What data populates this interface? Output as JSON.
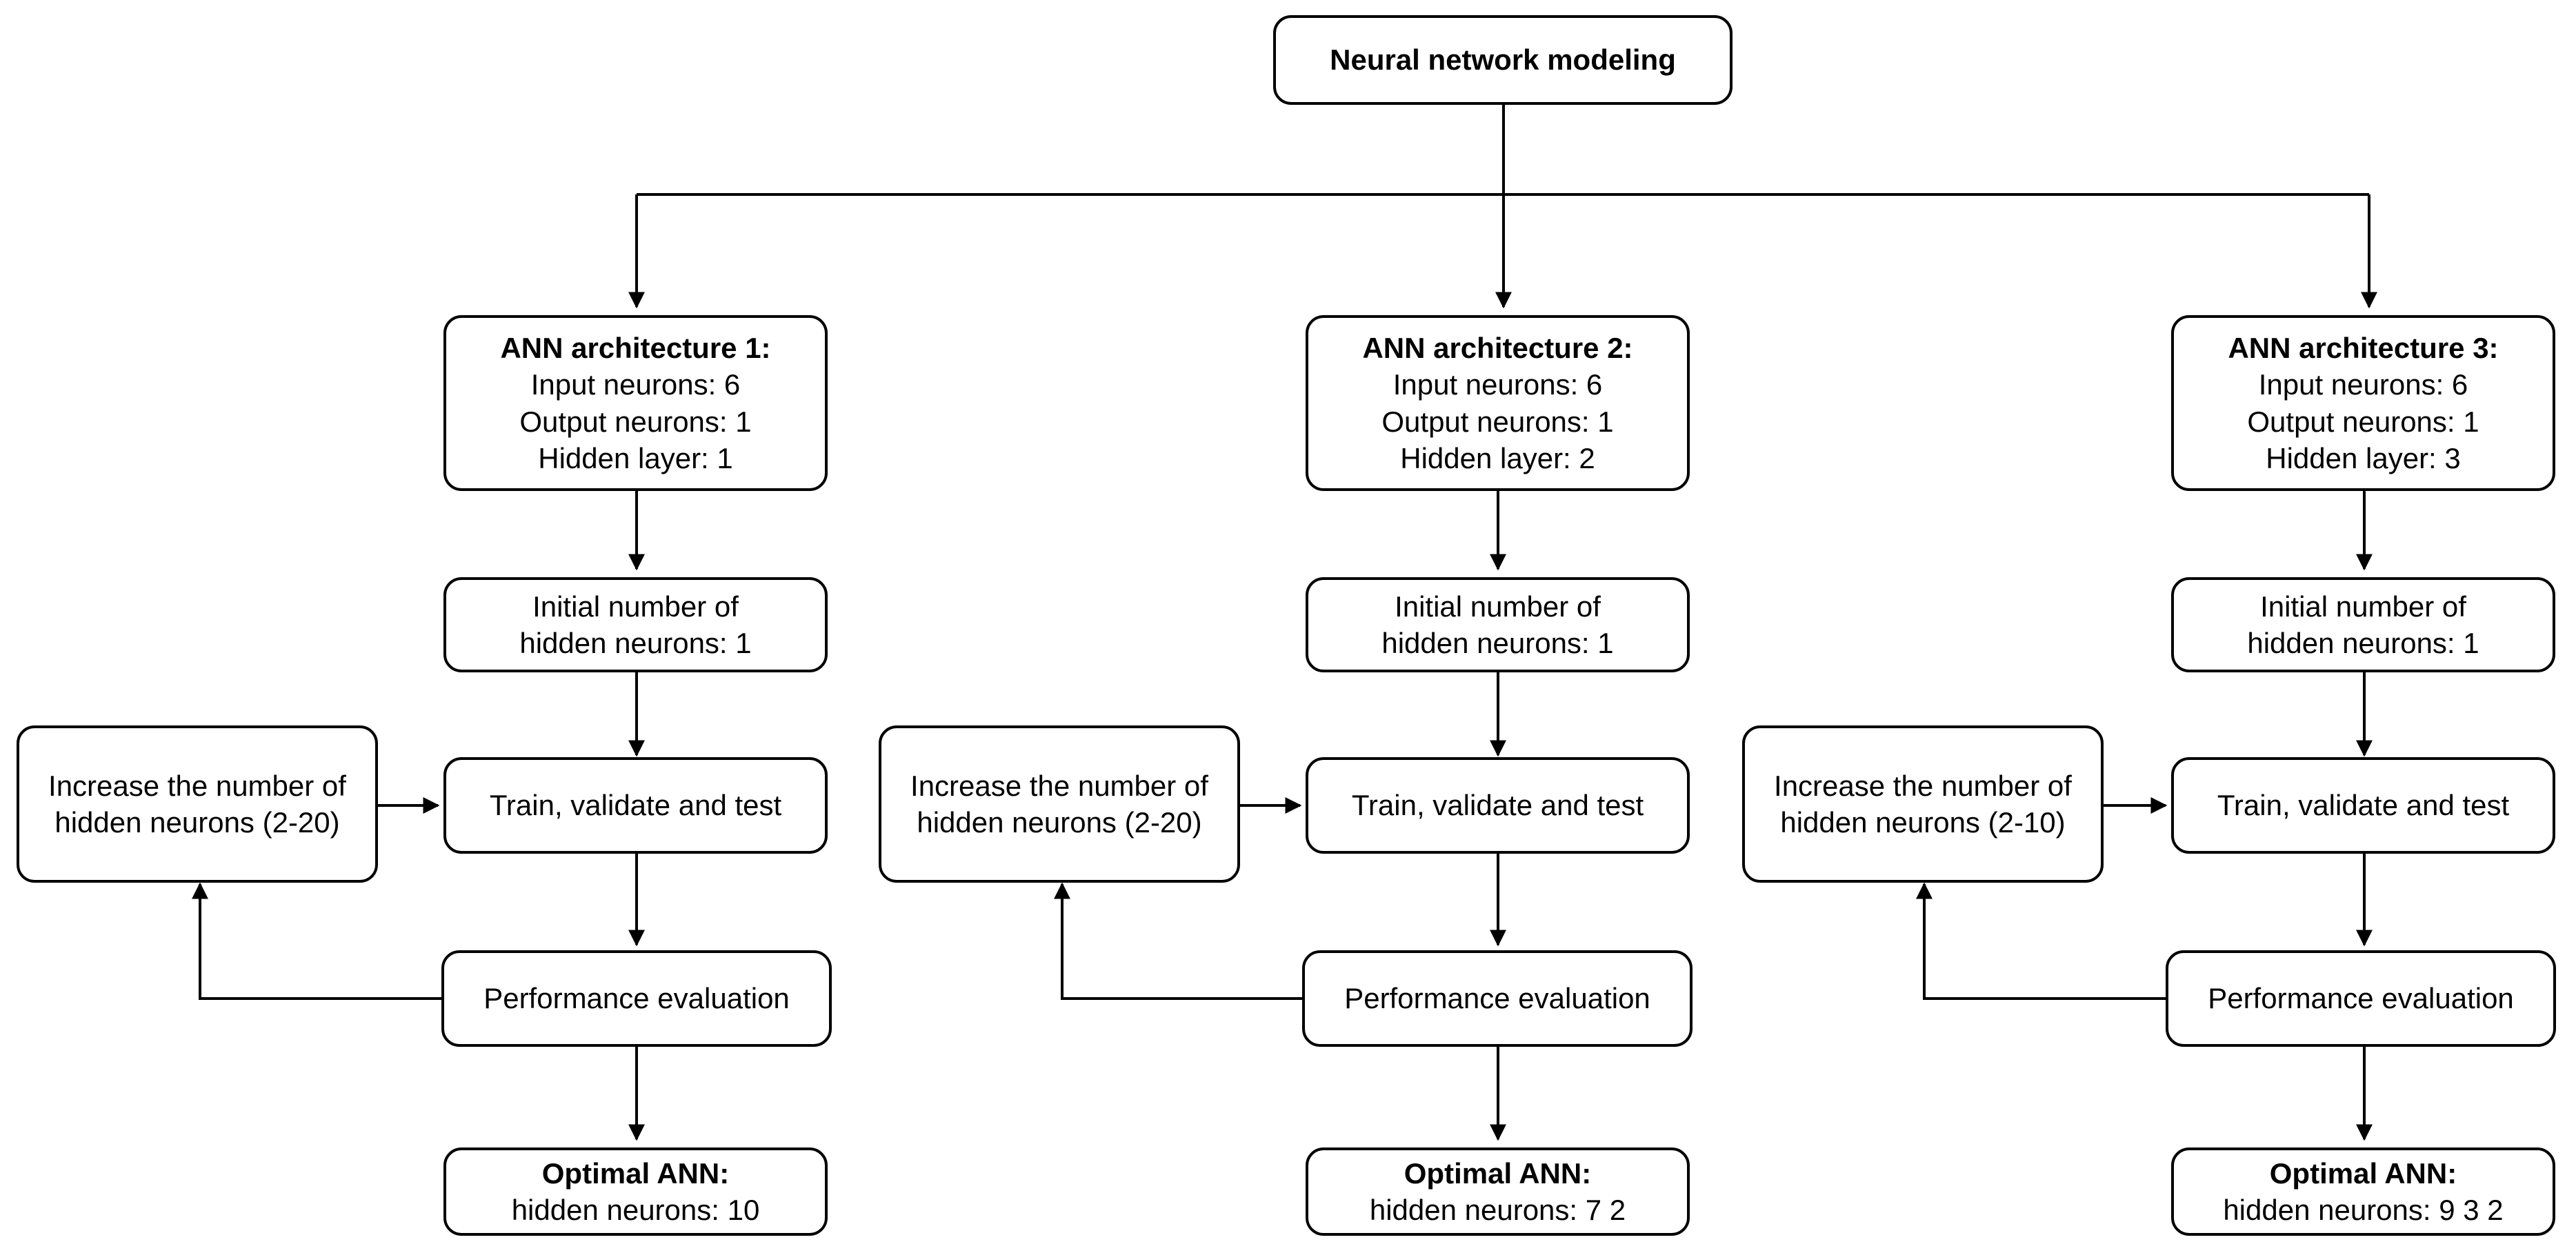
{
  "root": {
    "title": "Neural network modeling"
  },
  "columns": [
    {
      "architecture": {
        "title": "ANN architecture 1:",
        "lines": [
          "Input neurons: 6",
          "Output neurons: 1",
          "Hidden layer: 1"
        ]
      },
      "initial": "Initial number of hidden neurons: 1",
      "train": "Train, validate and test",
      "increase": "Increase the number of hidden neurons (2-20)",
      "evaluation": "Performance evaluation",
      "optimal": {
        "title": "Optimal ANN:",
        "detail": "hidden neurons: 10"
      }
    },
    {
      "architecture": {
        "title": "ANN architecture 2:",
        "lines": [
          "Input neurons: 6",
          "Output neurons: 1",
          "Hidden layer: 2"
        ]
      },
      "initial": "Initial number of hidden neurons: 1",
      "train": "Train, validate and test",
      "increase": "Increase the number of hidden neurons (2-20)",
      "evaluation": "Performance evaluation",
      "optimal": {
        "title": "Optimal ANN:",
        "detail": "hidden neurons: 7 2"
      }
    },
    {
      "architecture": {
        "title": "ANN architecture 3:",
        "lines": [
          "Input neurons: 6",
          "Output neurons: 1",
          "Hidden layer: 3"
        ]
      },
      "initial": "Initial number of hidden neurons: 1",
      "train": "Train, validate and test",
      "increase": "Increase the number of hidden neurons (2-10)",
      "evaluation": "Performance evaluation",
      "optimal": {
        "title": "Optimal ANN:",
        "detail": "hidden neurons: 9 3 2"
      }
    }
  ]
}
